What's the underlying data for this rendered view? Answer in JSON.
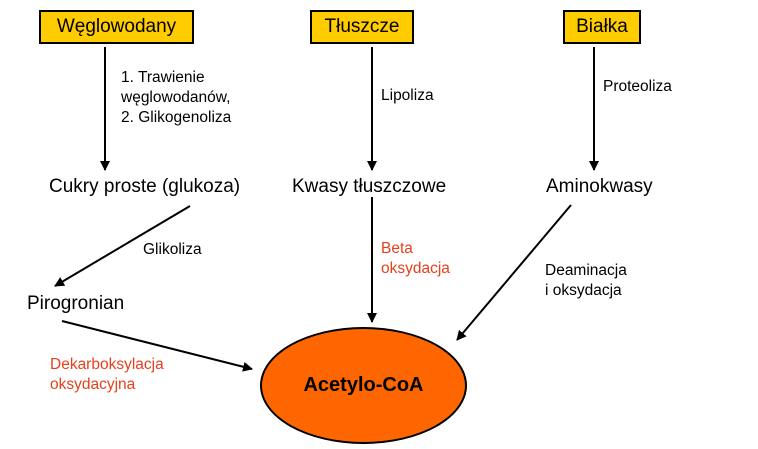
{
  "sources": {
    "carbs": "Węglowodany",
    "fats": "Tłuszcze",
    "proteins": "Białka"
  },
  "intermediates": {
    "simple_sugars": "Cukry proste (glukoza)",
    "fatty_acids": "Kwasy tłuszczowe",
    "amino_acids": "Aminokwasy",
    "pyruvate": "Pirogronian"
  },
  "processes": {
    "carb_digestion": "1. Trawienie\nwęglowodanów,\n2. Glikogenoliza",
    "lipolysis": "Lipoliza",
    "proteolysis": "Proteoliza",
    "glycolysis": "Glikoliza",
    "beta_oxidation": "Beta\noksydacja",
    "deamination": "Deaminacja\ni oksydacja",
    "oxidative_decarboxylation": "Dekarboksylacja\noksydacyjna"
  },
  "target": "Acetylo-CoA",
  "colors": {
    "source_box_fill": "#ffcc00",
    "target_fill": "#ff6600",
    "highlight_text": "#e8401c"
  }
}
